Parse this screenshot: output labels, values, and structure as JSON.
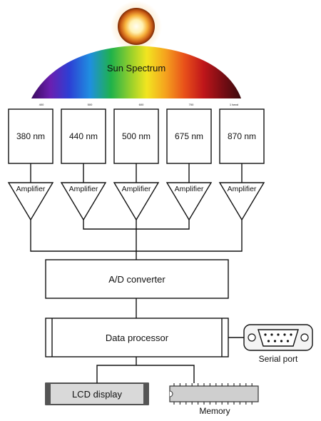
{
  "spectrum": {
    "title": "Sun Spectrum",
    "ticks": [
      "400",
      "500",
      "600",
      "700",
      "1 band"
    ]
  },
  "sensors": [
    {
      "label": "380 nm"
    },
    {
      "label": "440 nm"
    },
    {
      "label": "500 nm"
    },
    {
      "label": "675 nm"
    },
    {
      "label": "870 nm"
    }
  ],
  "amplifier_label": "Amplifier",
  "adc": {
    "label": "A/D converter"
  },
  "processor": {
    "label": "Data processor"
  },
  "serial_port": {
    "label": "Serial port"
  },
  "lcd": {
    "label": "LCD display"
  },
  "memory": {
    "label": "Memory"
  },
  "colors": {
    "sun_core": "#fffbe6",
    "sun_glow": "#f5a623",
    "lcd_fill": "#d9d9d9",
    "memory_fill": "#cfcfcf"
  }
}
